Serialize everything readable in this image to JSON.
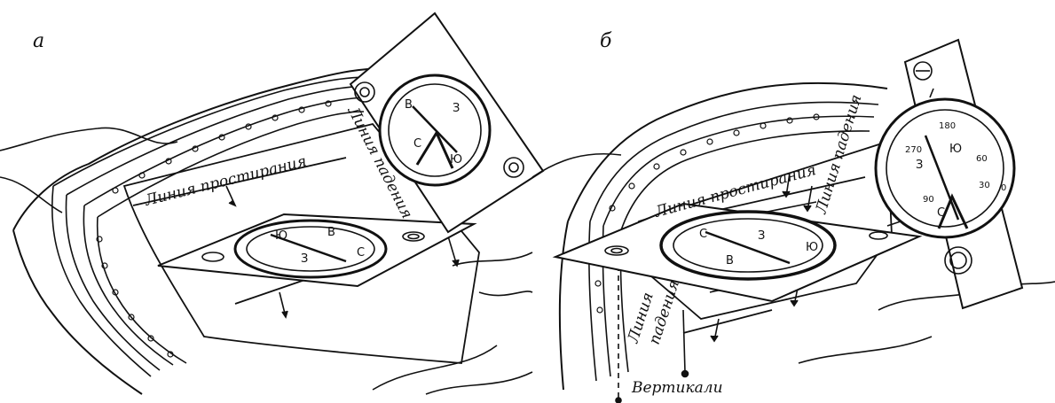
{
  "panels": [
    {
      "letter": "а"
    },
    {
      "letter": "б"
    }
  ],
  "labels": {
    "a_strike": "Линия простирания",
    "a_dip": "Линия падения",
    "b_strike": "Линия простирания",
    "b_dip_top": "Линия падения",
    "b_dip_bottom_1": "Линия",
    "b_dip_bottom_2": "падения",
    "verticals": "Вертикали"
  },
  "dial_marks": {
    "north": "С",
    "south": "Ю",
    "east": "В",
    "west": "З",
    "n90": "90",
    "n0": "0",
    "n180": "180",
    "n270": "270",
    "n30": "30",
    "n60": "60"
  }
}
